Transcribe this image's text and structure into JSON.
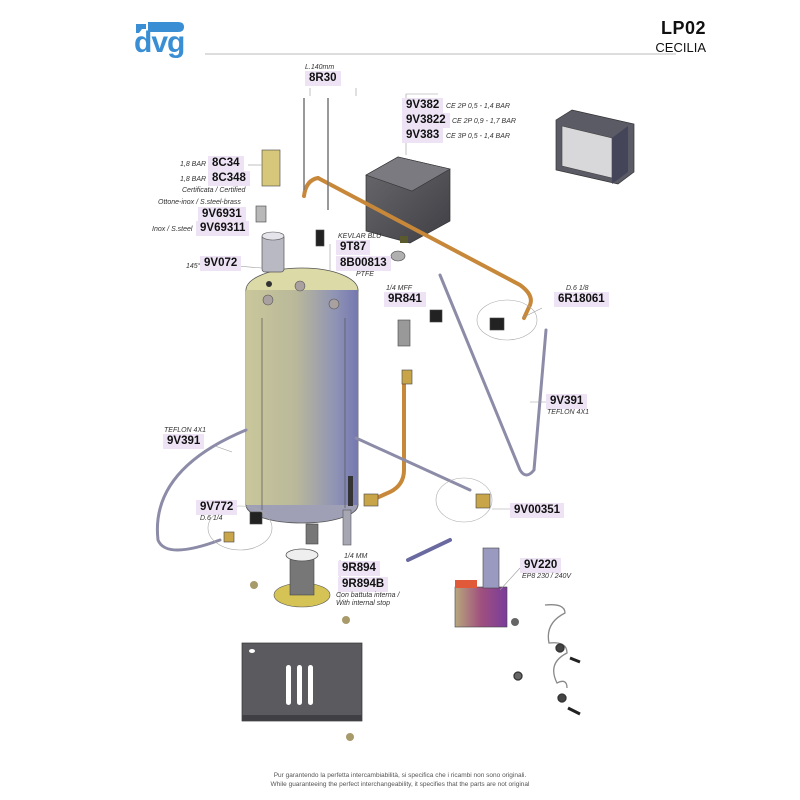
{
  "header": {
    "brand": "dvg",
    "brand_color": "#3a8fd4",
    "model_code": "LP02",
    "model_name": "CECILIA"
  },
  "parts": {
    "p8R30": {
      "code": "8R30",
      "note": "L.140mm"
    },
    "p9V382": {
      "code": "9V382",
      "note": "CE 2P 0,5 - 1,4 BAR"
    },
    "p9V3822": {
      "code": "9V3822",
      "note": "CE 2P 0,9 - 1,7 BAR"
    },
    "p9V383": {
      "code": "9V383",
      "note": "CE 3P 0,5 - 1,4 BAR"
    },
    "p8C34": {
      "code": "8C34",
      "note": "1,8 BAR"
    },
    "p8C348": {
      "code": "8C348",
      "note": "1,8 BAR",
      "note2": "Certificata / Certified"
    },
    "p9V6931": {
      "code": "9V6931",
      "note": "Ottone-inox / S.steel-brass"
    },
    "p9V69311": {
      "code": "9V69311",
      "note": "Inox / S.steel"
    },
    "p9T87": {
      "code": "9T87",
      "note": "KEVLAR BLU"
    },
    "p8B00813": {
      "code": "8B00813",
      "note": "PTFE"
    },
    "p9V072": {
      "code": "9V072",
      "note": "145°"
    },
    "p9R841": {
      "code": "9R841",
      "note": "1/4 MFF"
    },
    "p6R18061": {
      "code": "6R18061",
      "note": "D.6 1/8"
    },
    "p9V391r": {
      "code": "9V391",
      "note": "TEFLON 4X1"
    },
    "p9V391l": {
      "code": "9V391",
      "note": "TEFLON 4X1"
    },
    "p9V772": {
      "code": "9V772",
      "note": "D.6 1/4"
    },
    "p9V00351": {
      "code": "9V00351"
    },
    "p9R894": {
      "code": "9R894",
      "note": "1/4 MM"
    },
    "p9R894B": {
      "code": "9R894B",
      "note": "Con battuta interna /",
      "note2": "With internal stop"
    },
    "p9V220": {
      "code": "9V220",
      "note": "EP8 230 / 240V"
    }
  },
  "footer": {
    "line1": "Pur garantendo la perfetta intercambiabilità, si specifica che i ricambi non sono originali.",
    "line2": "While guaranteeing the perfect interchangeability, it specifies that the parts are not original"
  }
}
